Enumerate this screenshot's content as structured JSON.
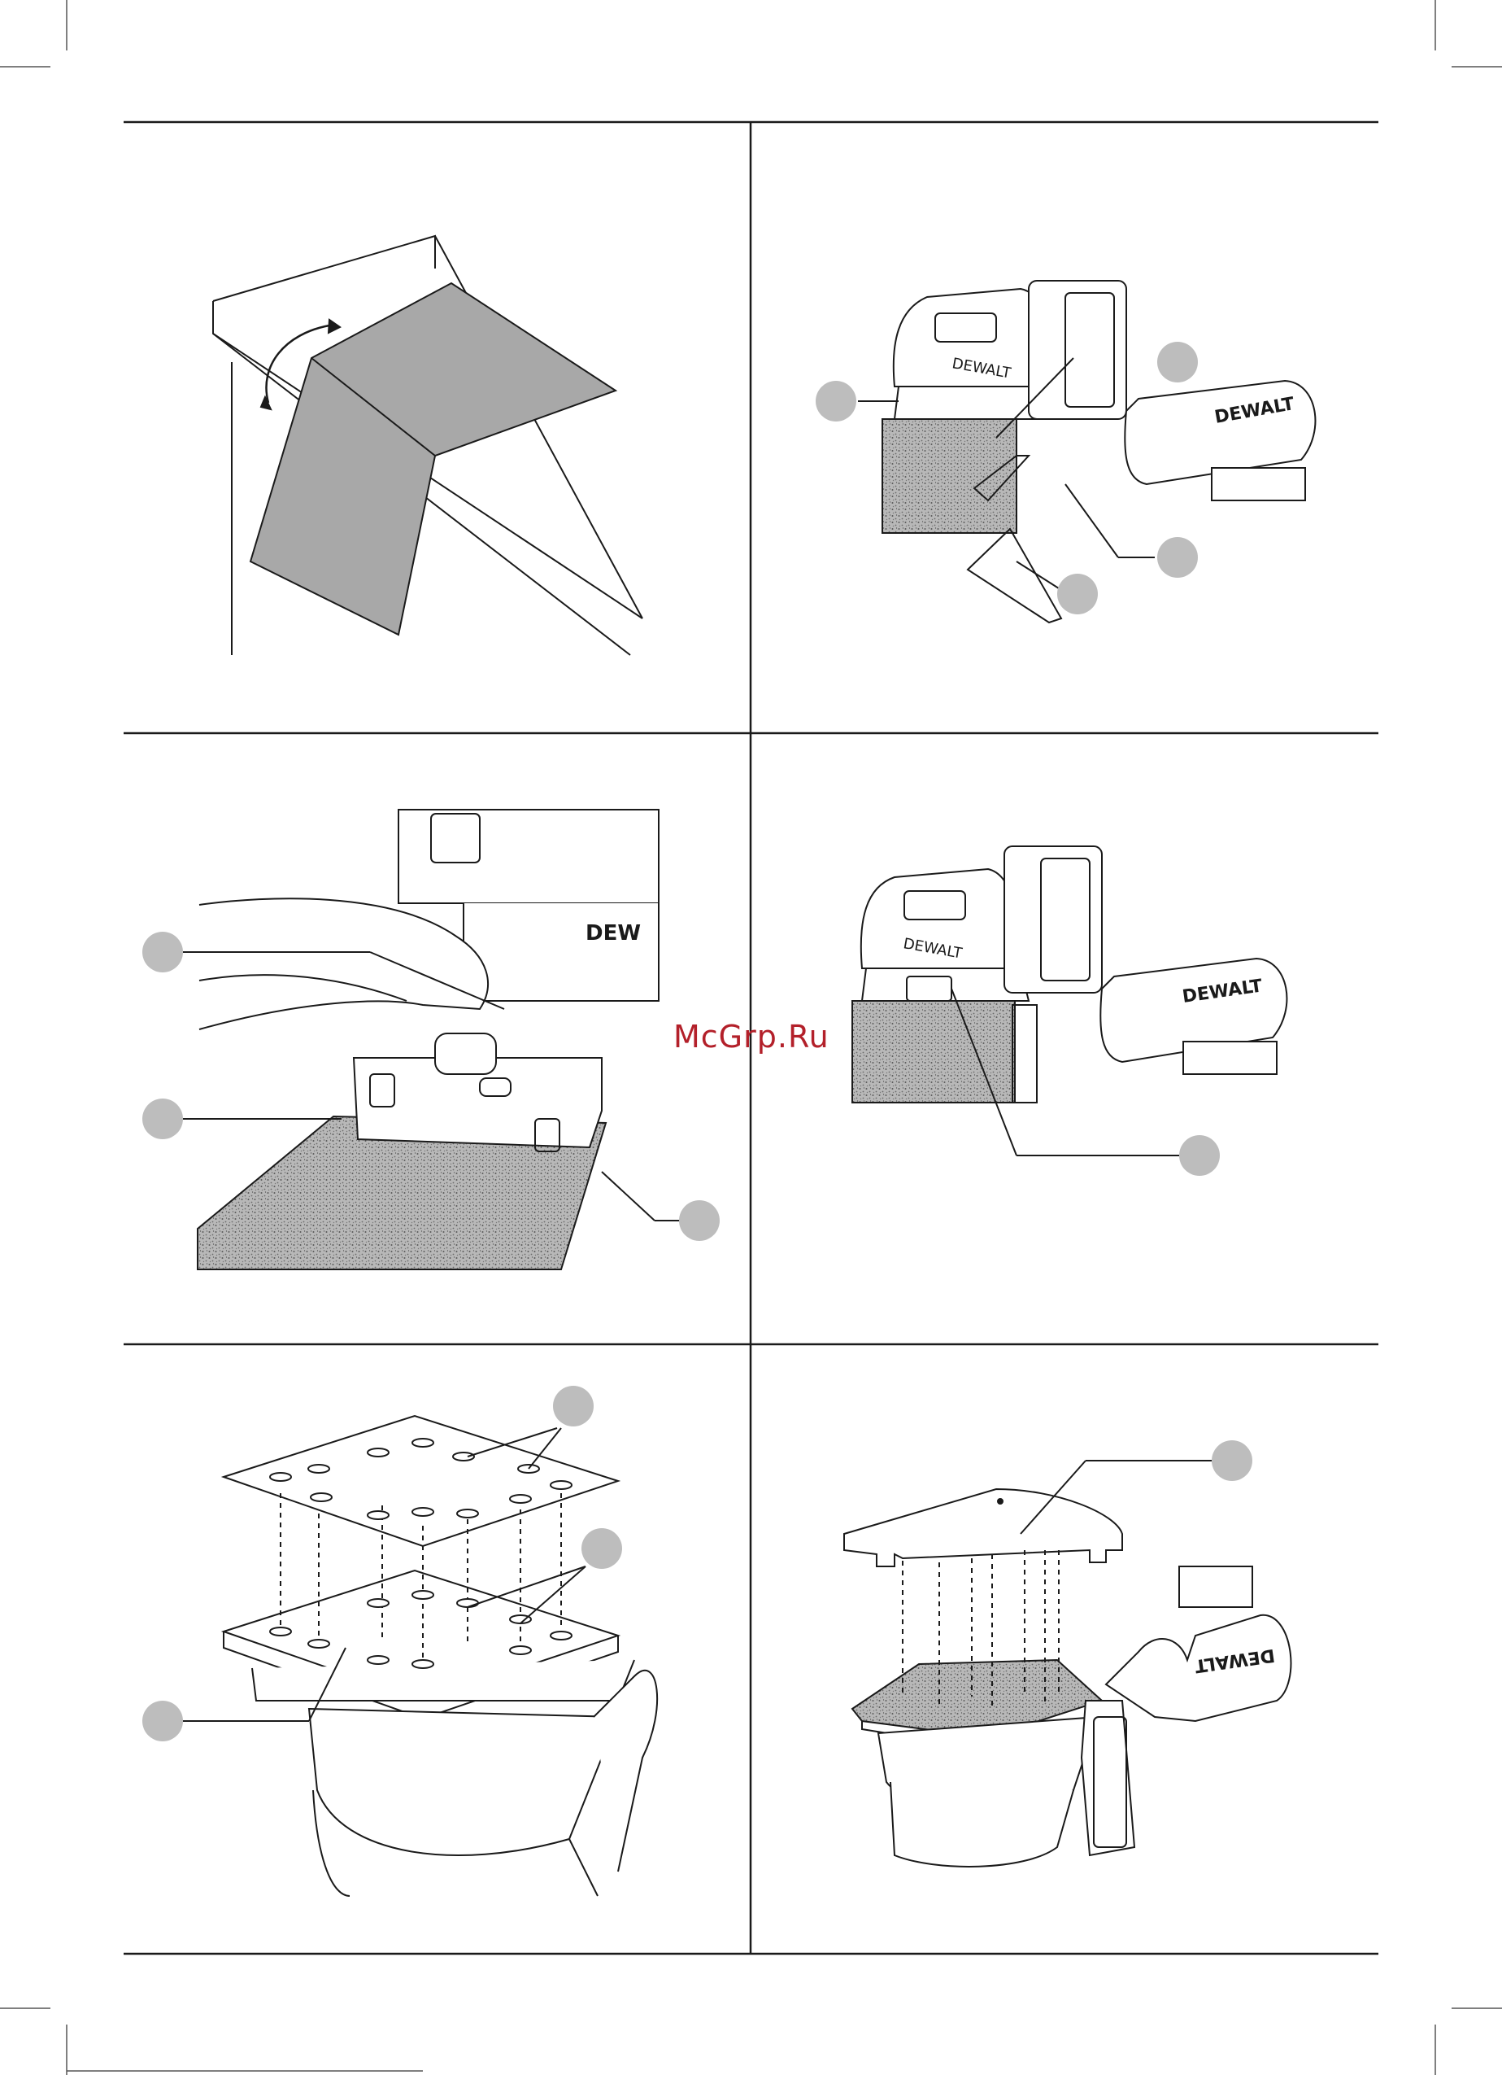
{
  "document": {
    "type": "instruction-manual-figure-page",
    "panel_count": 6,
    "watermark": "McGrp.Ru"
  },
  "panels": [
    {
      "id": "fig-fold-sheet",
      "callouts": []
    },
    {
      "id": "fig-remove-clamps",
      "callouts": 3
    },
    {
      "id": "fig-insert-paper",
      "callouts": 3
    },
    {
      "id": "fig-clamp-closed",
      "callouts": 1
    },
    {
      "id": "fig-punch-holes",
      "callouts": 3
    },
    {
      "id": "fig-hook-loop-pad",
      "callouts": 1
    }
  ],
  "colors": {
    "line": "#1a1a1a",
    "paper": "#a8a8a8",
    "sanding": "#9a9a9a",
    "callout": "#bdbdbd",
    "watermark": "#b3202a"
  }
}
